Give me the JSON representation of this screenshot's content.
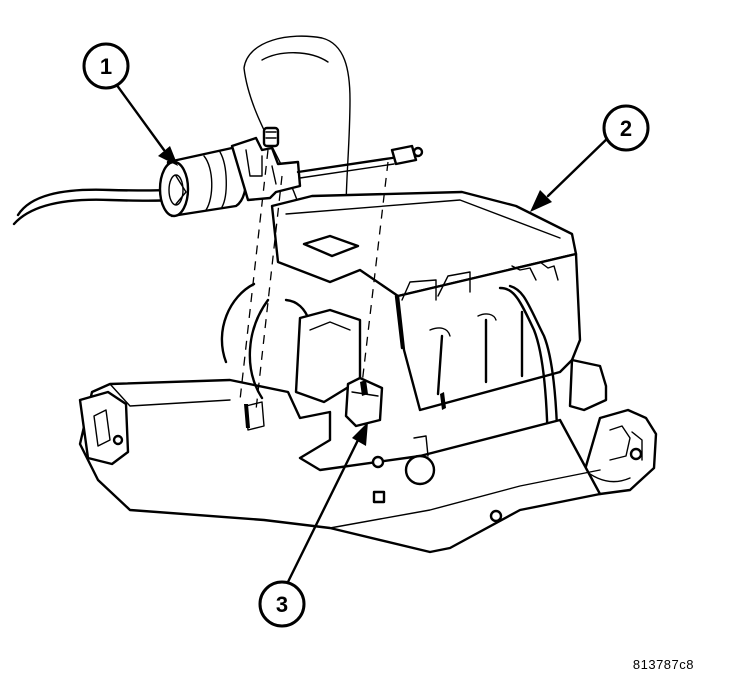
{
  "callouts": [
    {
      "id": "callout-1",
      "label": "1"
    },
    {
      "id": "callout-2",
      "label": "2"
    },
    {
      "id": "callout-3",
      "label": "3"
    }
  ],
  "figure_id": "813787c8"
}
